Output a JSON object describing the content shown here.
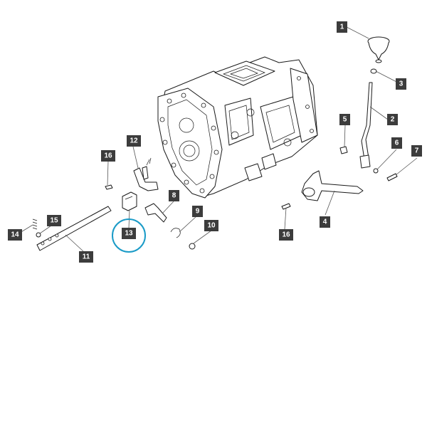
{
  "diagram": {
    "highlight_color": "#1a9bc7",
    "label_bg": "#3c3c3c",
    "callouts": [
      {
        "id": "c1",
        "text": "1"
      },
      {
        "id": "c2",
        "text": "2"
      },
      {
        "id": "c3",
        "text": "3"
      },
      {
        "id": "c4",
        "text": "4"
      },
      {
        "id": "c5",
        "text": "5"
      },
      {
        "id": "c6",
        "text": "6"
      },
      {
        "id": "c7",
        "text": "7"
      },
      {
        "id": "c8",
        "text": "8"
      },
      {
        "id": "c9",
        "text": "9"
      },
      {
        "id": "c10",
        "text": "10"
      },
      {
        "id": "c11",
        "text": "11"
      },
      {
        "id": "c12",
        "text": "12"
      },
      {
        "id": "c13",
        "text": "13"
      },
      {
        "id": "c14",
        "text": "14"
      },
      {
        "id": "c15",
        "text": "15"
      },
      {
        "id": "c16a",
        "text": "16"
      },
      {
        "id": "c16b",
        "text": "16"
      }
    ]
  }
}
